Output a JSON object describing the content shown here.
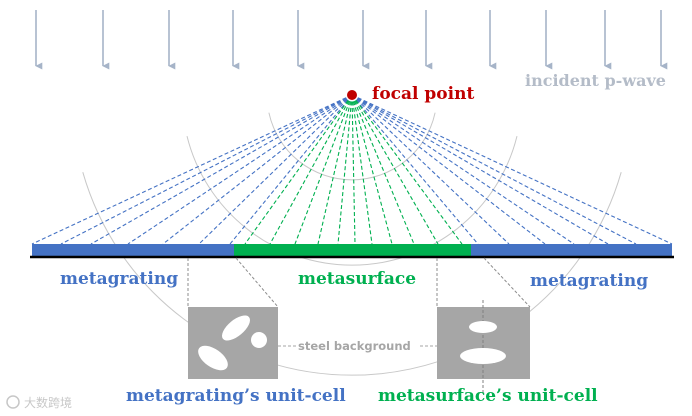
{
  "labels": {
    "focal_point": "focal point",
    "incident_wave": "incident p-wave",
    "metagrating_left": "metagrating",
    "metasurface": "metasurface",
    "metagrating_right": "metagrating",
    "steel_background": "steel background",
    "metagrating_cell": "metagrating’s unit-cell",
    "metasurface_cell": "metasurface’s unit-cell",
    "watermark": "大数跨境"
  },
  "colors": {
    "metagrating": "#4472c4",
    "metasurface": "#00b050",
    "focal_point": "#c00000",
    "incident_arrows": "#a6b4c8",
    "incident_label": "#b4bcc8",
    "steel": "#a6a6a6",
    "wavefront": "#c8c8c8",
    "baseline": "#000000",
    "annotation_gray": "#a6a6a6"
  },
  "icons": {
    "watermark_logo": "circle-logo-icon"
  }
}
